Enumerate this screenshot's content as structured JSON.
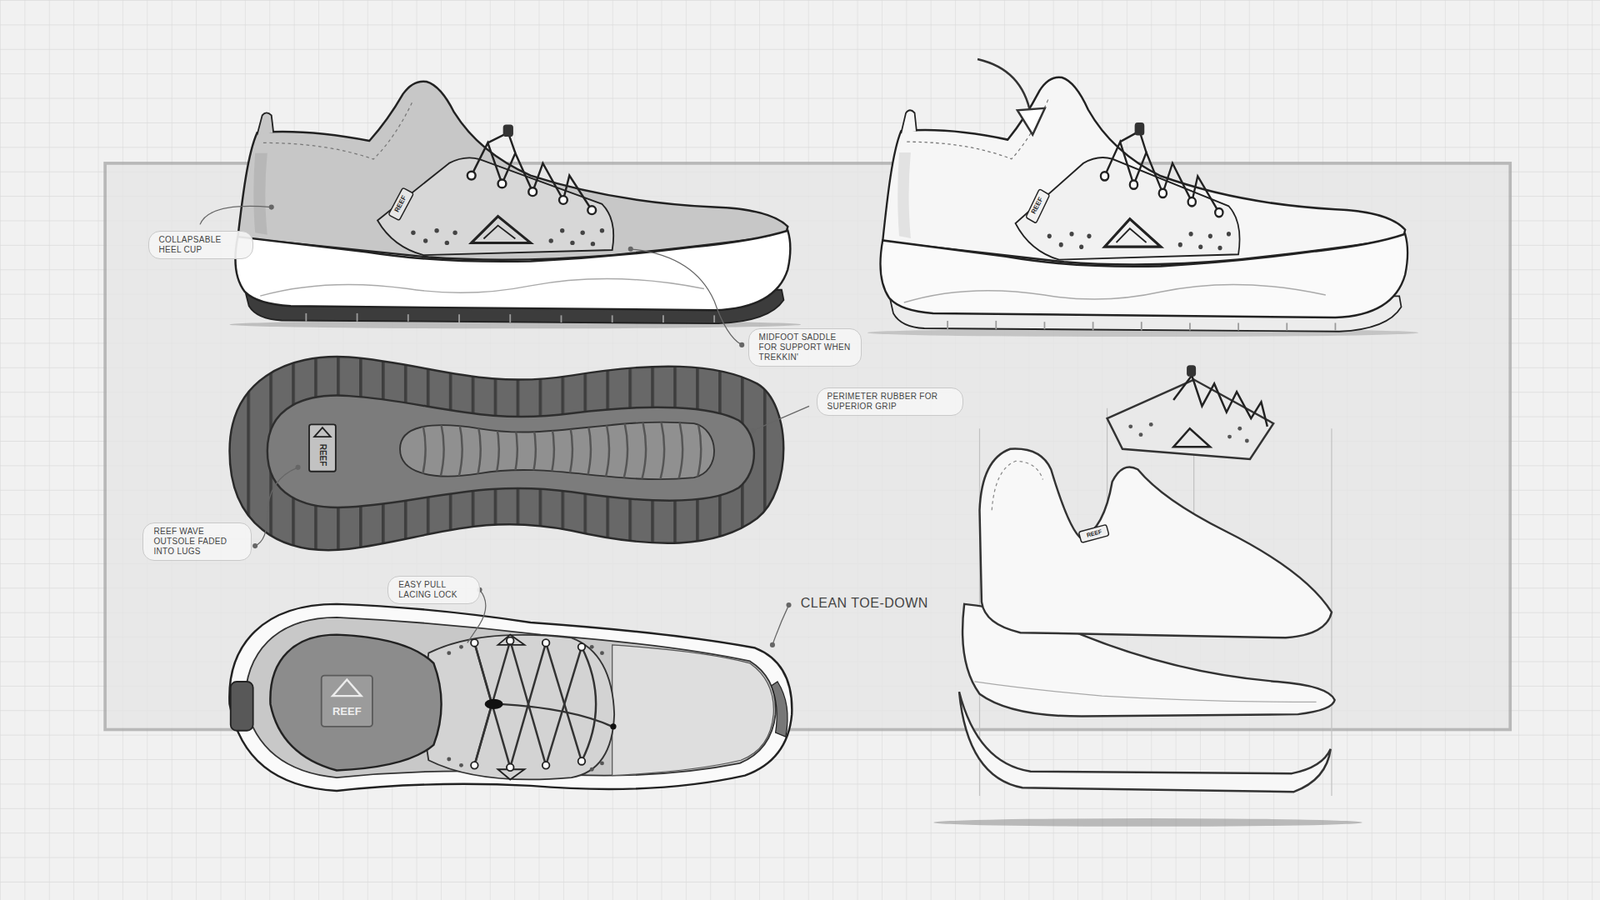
{
  "diagram": {
    "labels": [
      "COLLAPSABLE HEEL CUP",
      "MIDFOOT SADDLE FOR SUPPORT WHEN TREKKIN'",
      "PERIMETER RUBBER FOR SUPERIOR GRIP",
      "REEF WAVE OUTSOLE FADED INTO LUGS",
      "EASY PULL LACING LOCK",
      "CLEAN TOE-DOWN",
      "REEF",
      "REEF",
      "REEF",
      "REEF",
      "REEF"
    ]
  }
}
